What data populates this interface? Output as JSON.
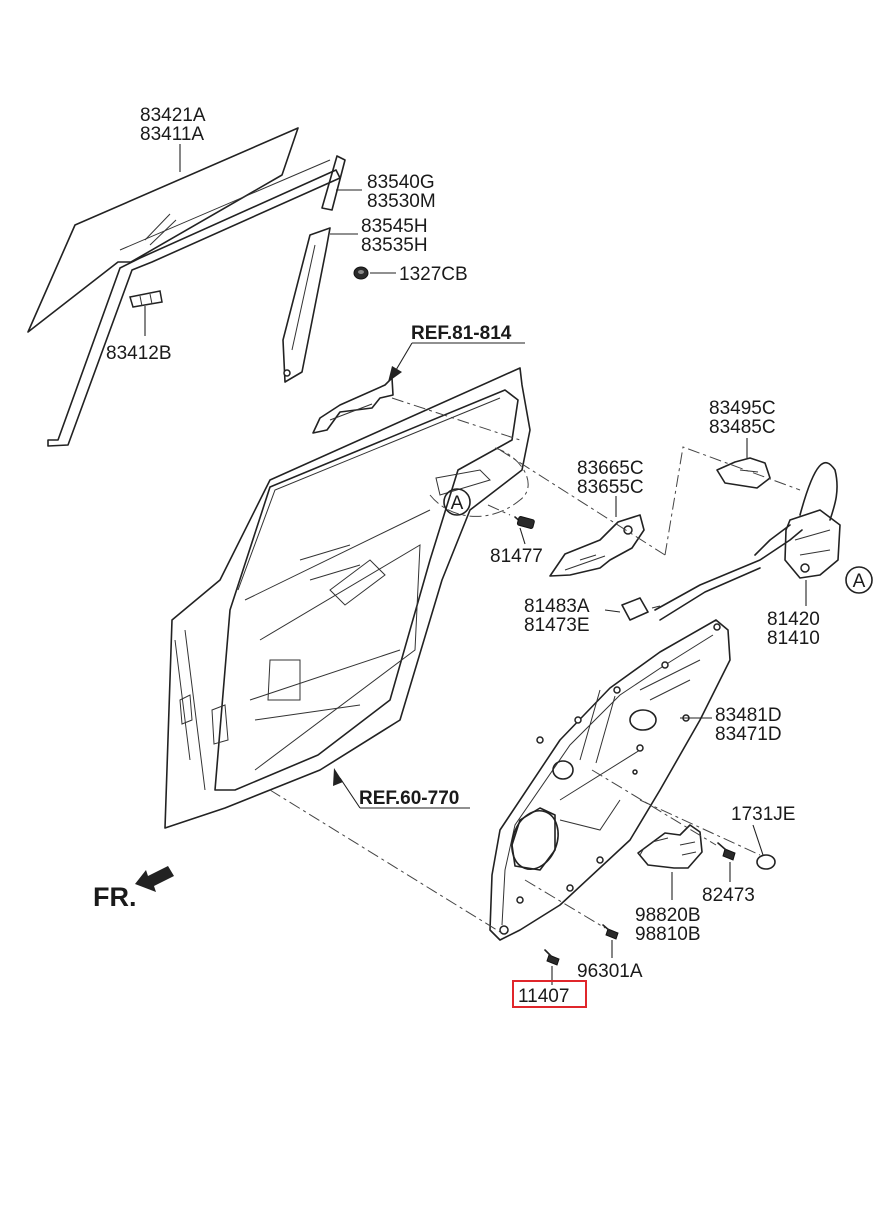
{
  "labels": {
    "glass": [
      "83421A",
      "83411A"
    ],
    "run_channel": [
      "83540G",
      "83530M"
    ],
    "run_front": [
      "83545H",
      "83535H"
    ],
    "grommet": "1327CB",
    "glass_holder": "83412B",
    "ref_top": "REF.81-814",
    "ref_bottom": "REF.60-770",
    "cable_bracket": [
      "83495C",
      "83485C"
    ],
    "inside_handle": [
      "83665C",
      "83655C"
    ],
    "bolt_81477": "81477",
    "circle_a": "A",
    "rod": [
      "81483A",
      "81473E"
    ],
    "latch": [
      "81420",
      "81410"
    ],
    "regulator": [
      "83481D",
      "83471D"
    ],
    "plug": "1731JE",
    "screw_82473": "82473",
    "motor": [
      "98820B",
      "98810B"
    ],
    "screw_96301a": "96301A",
    "highlight_part": "11407",
    "front_marker": "FR."
  },
  "colors": {
    "line": "#222222",
    "highlight_box": "#e0262b"
  }
}
